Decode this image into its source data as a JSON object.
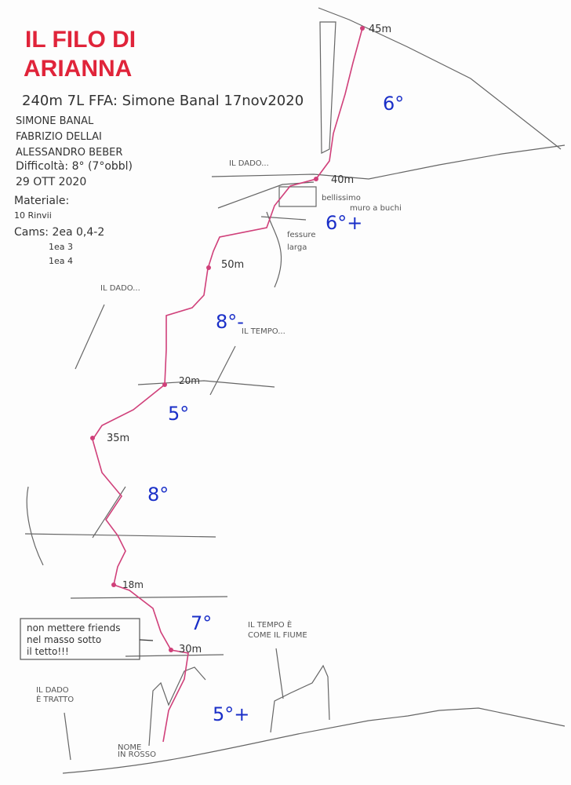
{
  "title": {
    "line1": "IL FILO DI",
    "line2": "ARIANNA"
  },
  "info": {
    "summary": "240m 7L   FFA: Simone Banal 17nov2020",
    "authors": [
      "SIMONE BANAL",
      "FABRIZIO DELLAI",
      "ALESSANDRO BEBER"
    ],
    "difficulty": "Difficoltà: 8° (7°obbl)",
    "date": "29 OTT 2020",
    "gear_title": "Materiale:",
    "gear": [
      "10 Rinvii",
      "Cams: 2ea 0,4-2",
      "1ea 3",
      "1ea 4"
    ]
  },
  "belays": [
    "45m",
    "40m",
    "50m",
    "20m",
    "35m",
    "18m",
    "30m"
  ],
  "grades": [
    "6°",
    "6°+",
    "8°-",
    "5°",
    "8°",
    "7°",
    "5°+"
  ],
  "notes": {
    "il_dado_top": "IL DADO...",
    "bellissimo": "bellissimo",
    "muro": "muro a buchi",
    "fessure1": "fessure",
    "fessure2": "larga",
    "il_dado_left": "IL DADO...",
    "il_tempo": "IL TEMPO...",
    "warning1": "non mettere friends",
    "warning2": "nel masso sotto",
    "warning3": "il tetto!!!",
    "tempo_fiume1": "IL TEMPO È",
    "tempo_fiume2": "COME IL FIUME",
    "dado_tratto1": "IL DADO",
    "dado_tratto2": "È TRATTO",
    "nome1": "NOME",
    "nome2": "IN ROSSO"
  },
  "colors": {
    "route": "#d0407a",
    "grades": "#1a2fc8",
    "title": "#e0243a"
  }
}
